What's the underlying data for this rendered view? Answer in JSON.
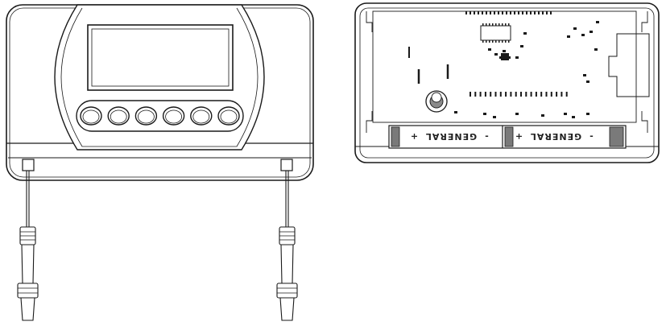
{
  "battery_labels": {
    "left": {
      "plus": "+",
      "brand": "GENERAL",
      "minus": "-"
    },
    "right": {
      "plus": "+",
      "brand": "GENERAL",
      "minus": "-"
    }
  },
  "colors": {
    "stroke": "#1a1a1a",
    "fill_light": "#ffffff",
    "fill_dark": "#bdbdbd"
  },
  "controller_buttons": [
    "button-1",
    "button-2",
    "button-3",
    "button-4",
    "button-5",
    "button-6"
  ]
}
